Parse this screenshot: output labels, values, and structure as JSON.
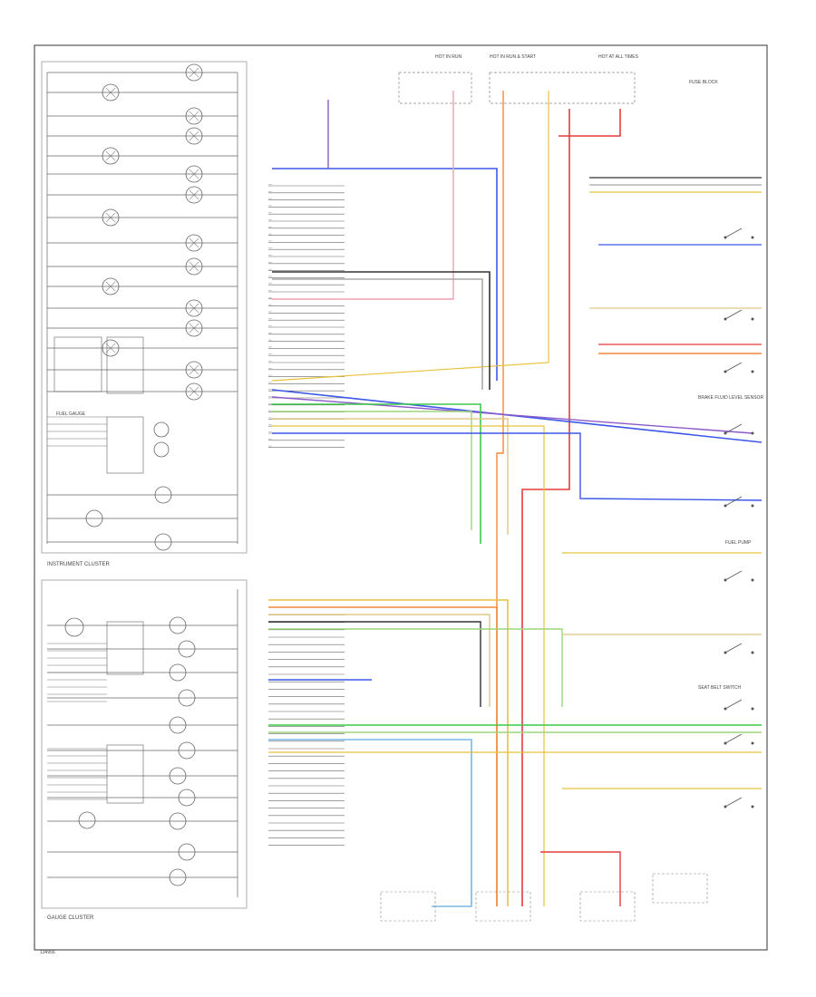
{
  "diagram": {
    "sections": {
      "instrument_cluster": "INSTRUMENT CLUSTER",
      "gauge_cluster": "GAUGE CLUSTER",
      "fuel_gauge": "FUEL GAUGE"
    },
    "footer_code": "134956",
    "top_labels": {
      "hot_in_run": "HOT IN RUN",
      "hot_in_run_start": "HOT IN RUN & START",
      "hot_at_all_times": "HOT AT ALL TIMES",
      "fuse_block": "FUSE BLOCK"
    },
    "right_labels": {
      "fuel_pump": "FUEL PUMP",
      "brake_fluid_level": "BRAKE FLUID LEVEL SENSOR",
      "seat_belt": "SEAT BELT SWITCH"
    },
    "colors": {
      "red": "#e83a3a",
      "orange": "#f08a3c",
      "yellow": "#e8c23c",
      "tan": "#e0c888",
      "green": "#3cc84a",
      "lightgreen": "#9cd67c",
      "blue": "#3c56e8",
      "lightblue": "#7ab8e8",
      "purple": "#8c5ac8",
      "black": "#333333",
      "gray": "#a8a8a8",
      "pink": "#f0a0b0"
    }
  }
}
